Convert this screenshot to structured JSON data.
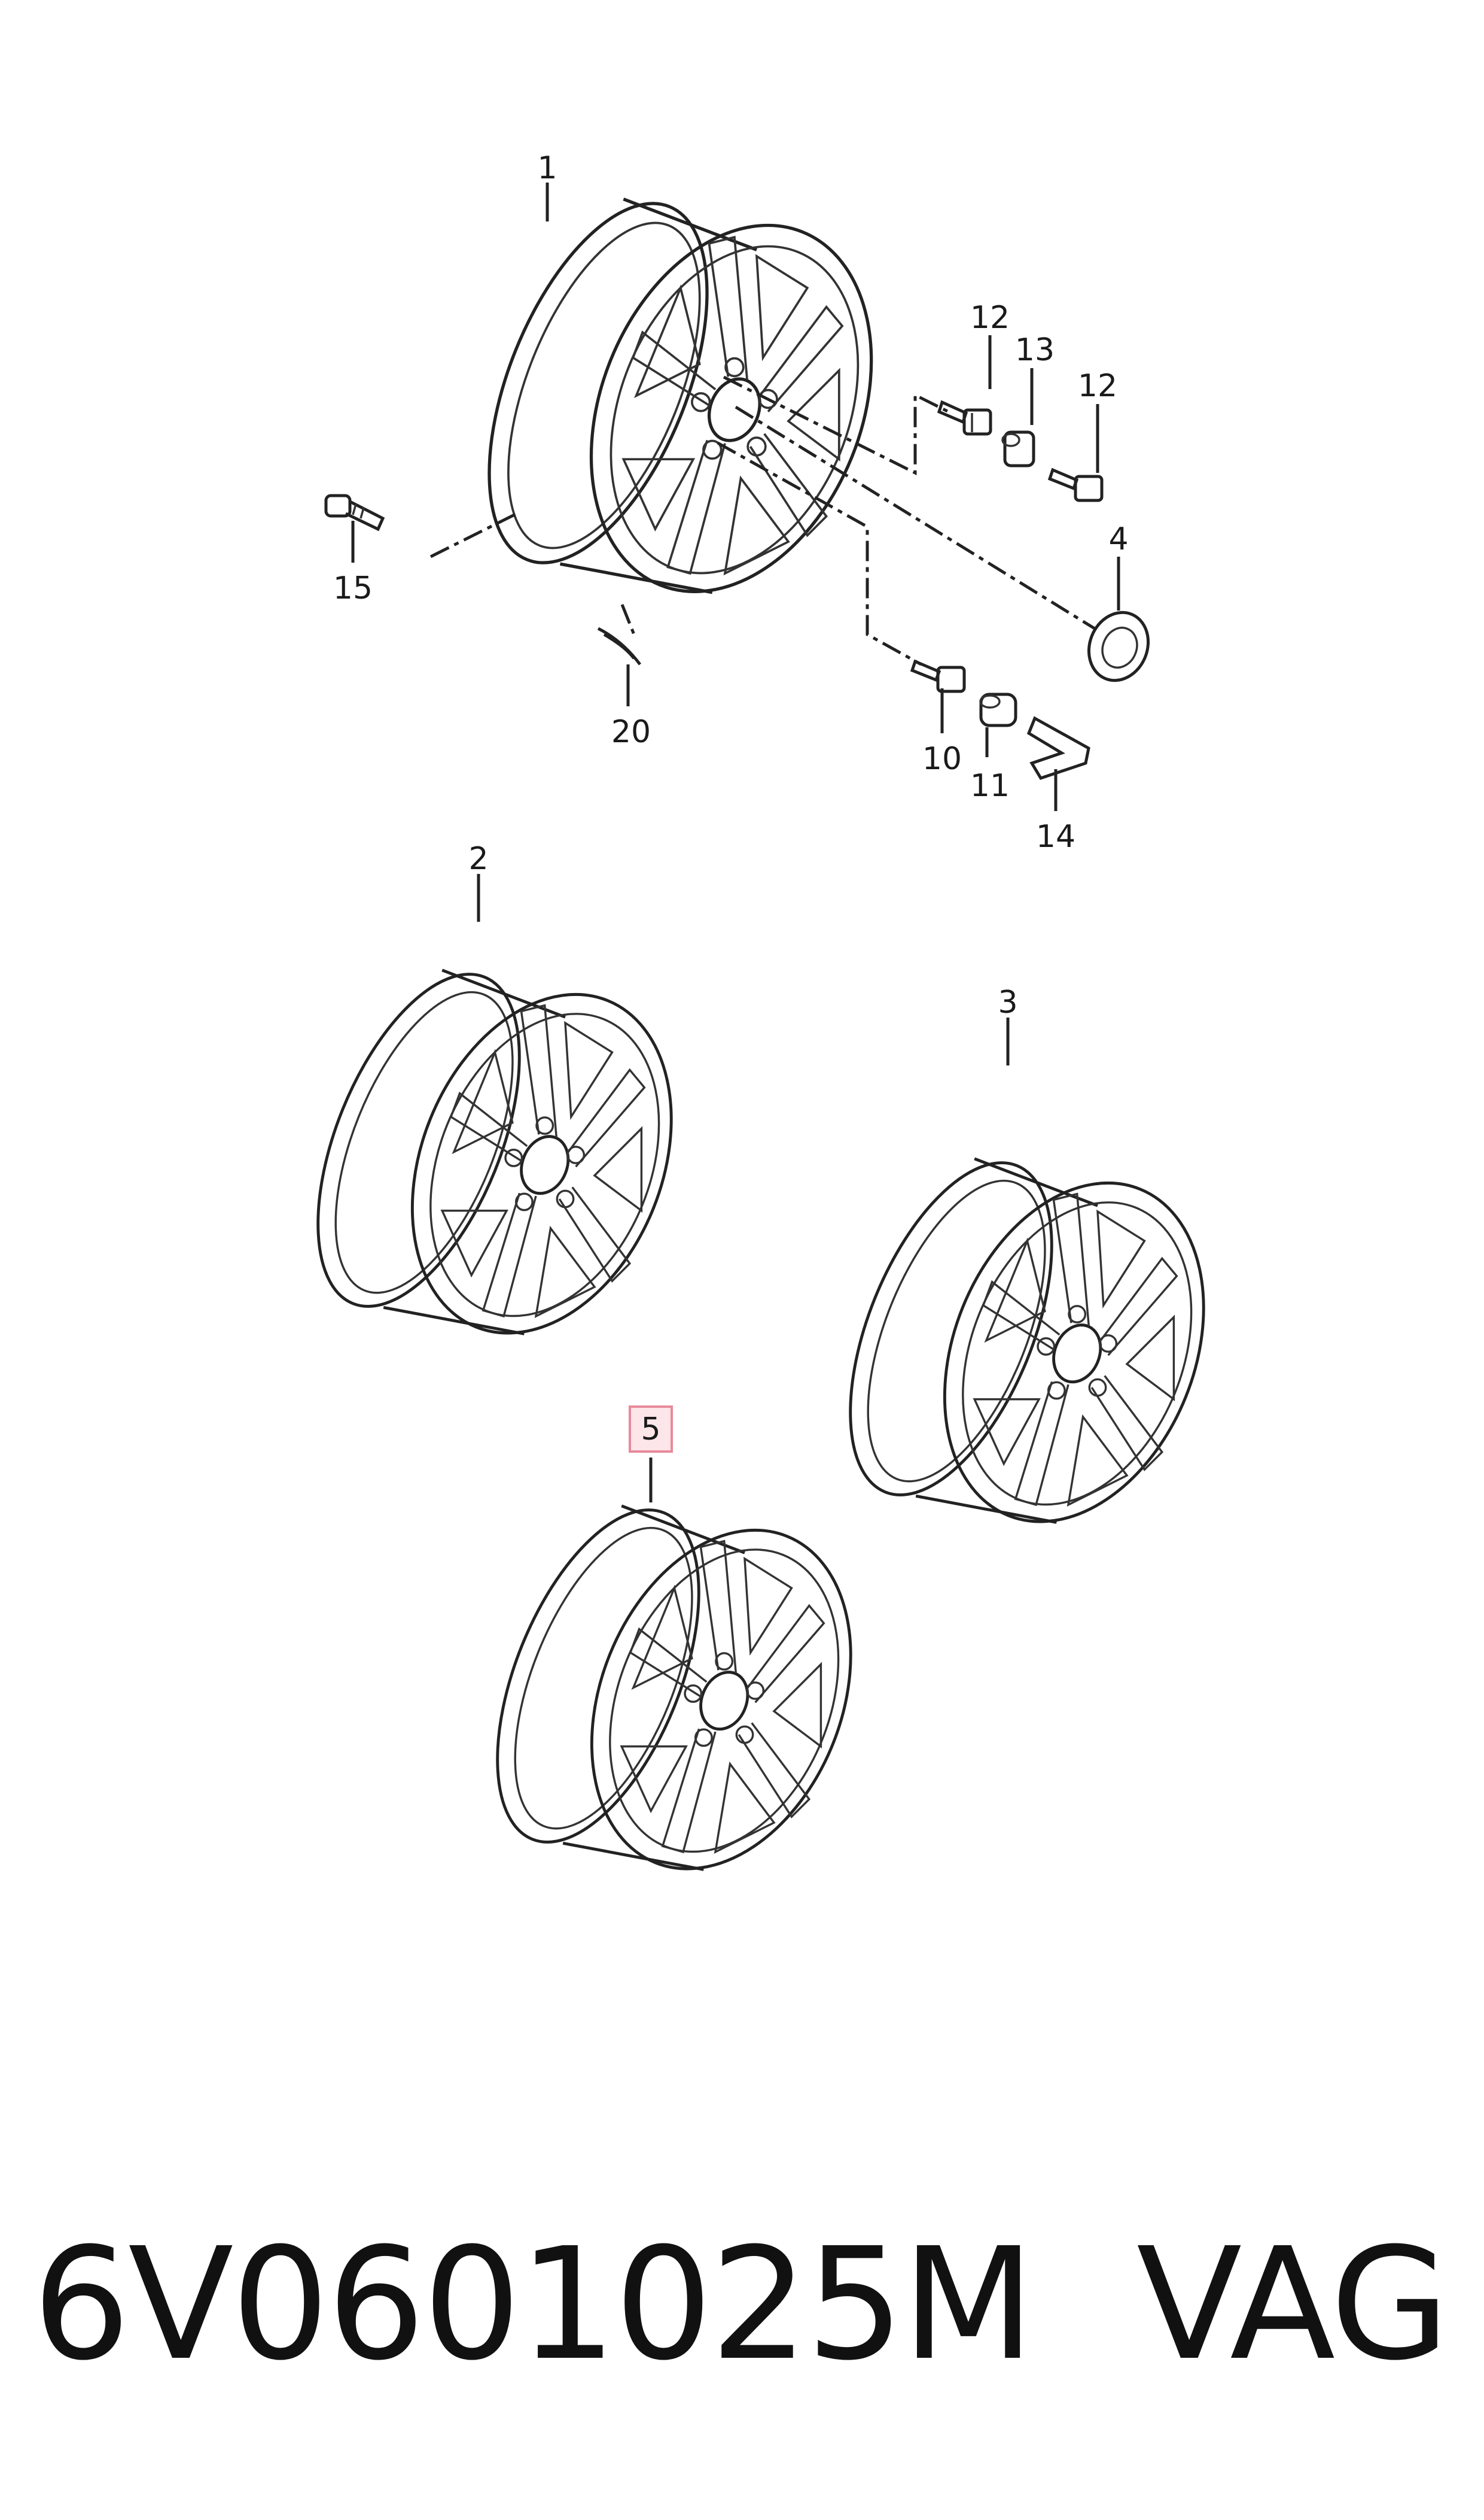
{
  "diagram": {
    "callouts": {
      "c1": "1",
      "c2": "2",
      "c3": "3",
      "c4": "4",
      "c5": "5",
      "c10": "10",
      "c11": "11",
      "c12a": "12",
      "c12b": "12",
      "c13": "13",
      "c14": "14",
      "c15": "15",
      "c20": "20"
    },
    "highlighted_callout": "5",
    "highlight_color": "#e88a9a",
    "highlight_fill": "#fde6ea",
    "line_color": "#222222"
  },
  "footer": {
    "part_number": "6V0601025M",
    "brand": "VAG"
  }
}
